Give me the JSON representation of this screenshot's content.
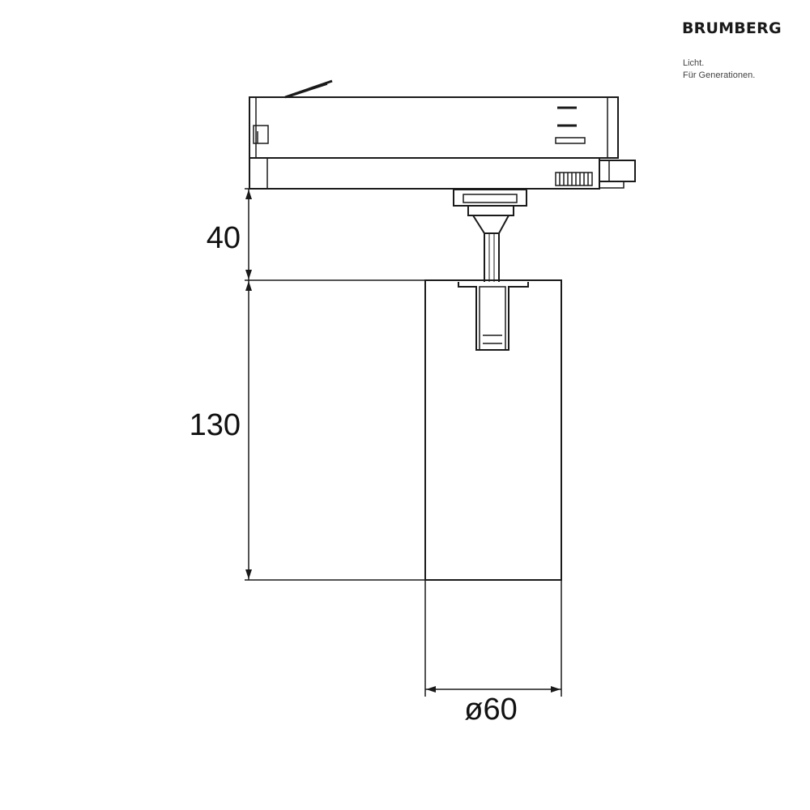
{
  "brand": {
    "name": "BRUMBERG",
    "tagline_line1": "Licht.",
    "tagline_line2": "Für Generationen."
  },
  "dimensions": {
    "adapter_height": "40",
    "body_height": "130",
    "diameter": "ø60"
  },
  "colors": {
    "line": "#1a1a1a",
    "background": "#ffffff"
  }
}
